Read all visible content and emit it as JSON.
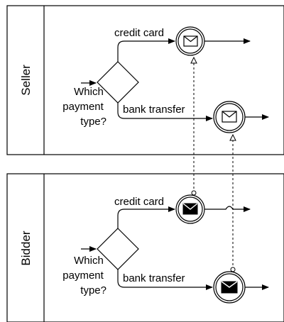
{
  "pools": [
    {
      "name": "Seller",
      "gateway_question": [
        "Which",
        "payment",
        "type?"
      ],
      "branches": [
        "credit card",
        "bank transfer"
      ],
      "event_style": "catching-message"
    },
    {
      "name": "Bidder",
      "gateway_question": [
        "Which",
        "payment",
        "type?"
      ],
      "branches": [
        "credit card",
        "bank transfer"
      ],
      "event_style": "throwing-message"
    }
  ],
  "colors": {
    "stroke": "#000000",
    "fill": "#ffffff",
    "message_fill": "#000000"
  },
  "icons": [
    "envelope-outline-icon",
    "envelope-filled-icon"
  ]
}
